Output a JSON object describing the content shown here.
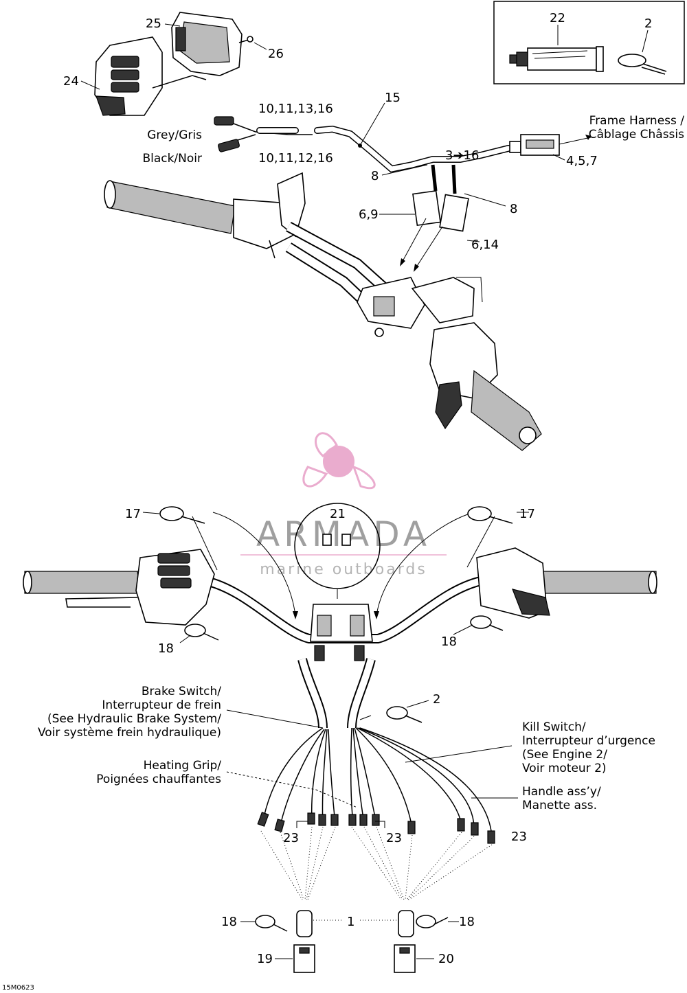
{
  "callouts": {
    "c25": "25",
    "c26": "26",
    "c24": "24",
    "c22": "22",
    "c2_kit": "2",
    "c15": "15",
    "c10_13_16": "10,11,13,16",
    "c10_12_16": "10,11,12,16",
    "c3_16": "3➔16",
    "c4_5_7": "4,5,7",
    "c8_left": "8",
    "c8_right": "8",
    "c6_9": "6,9",
    "c6_14": "6,14",
    "c17_left": "17",
    "c17_right": "17",
    "c21": "21",
    "c18_left_top": "18",
    "c18_right_top": "18",
    "c2_mid": "2",
    "c23_left": "23",
    "c23_mid": "23",
    "c23_right": "23",
    "c18_bot_left": "18",
    "c18_bot_right": "18",
    "c1": "1",
    "c19": "19",
    "c20": "20"
  },
  "labels": {
    "grey": "Grey/Gris",
    "black": "Black/Noir",
    "frame_harness": [
      "Frame Harness /",
      "Câblage Châssis"
    ],
    "brake_switch": [
      "Brake Switch/",
      "Interrupteur de frein",
      "(See Hydraulic Brake System/",
      "Voir système frein hydraulique)"
    ],
    "heating_grip": [
      "Heating Grip/",
      "Poignées chauffantes"
    ],
    "kill_switch": [
      "Kill Switch/",
      "Interrupteur d’urgence",
      "(See Engine 2/",
      "Voir moteur 2)"
    ],
    "handle_assy": [
      "Handle ass’y/",
      "Manette ass."
    ]
  },
  "watermark": {
    "brand": "ARMADA",
    "tagline": "marine outboards",
    "color": "#e9a8cc"
  },
  "figure_code": "15M0623"
}
